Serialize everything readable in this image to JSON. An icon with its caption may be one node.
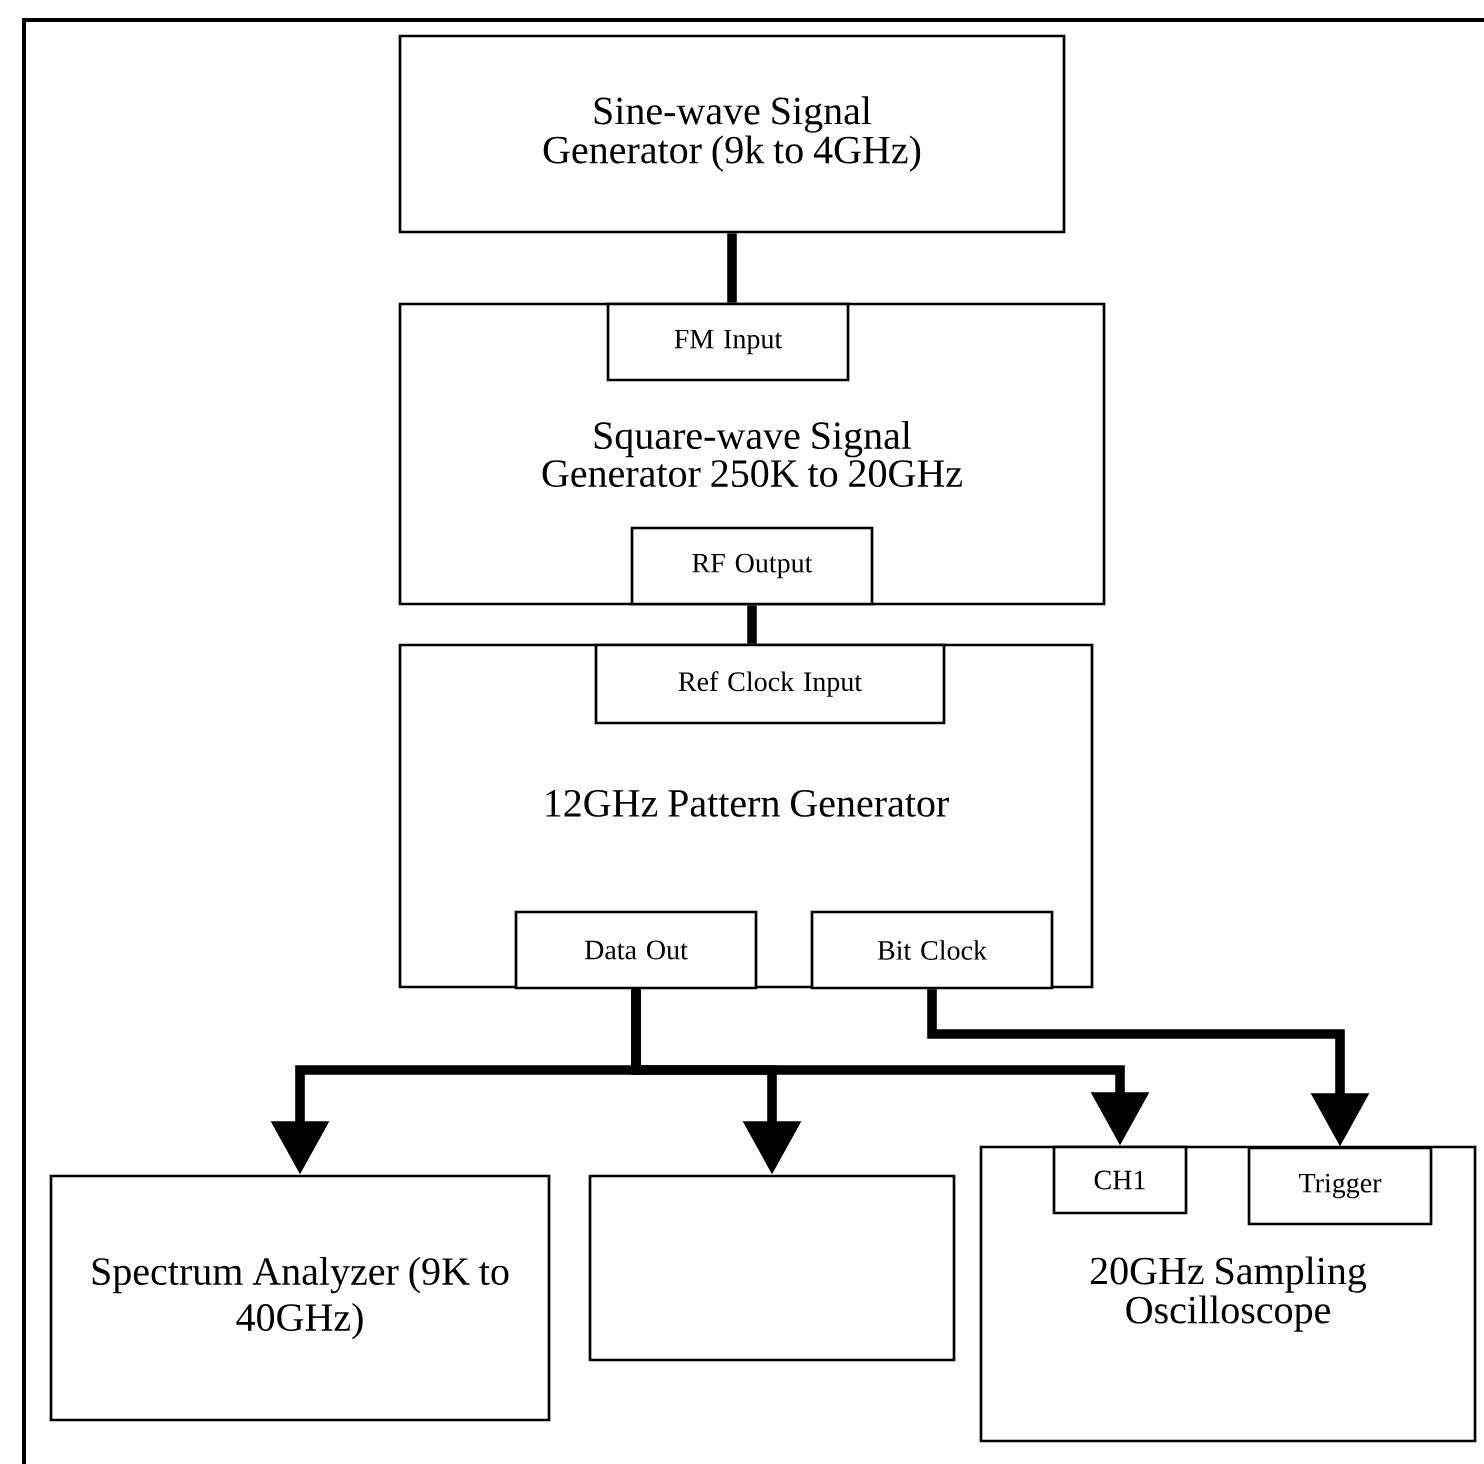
{
  "diagram": {
    "nodes": [
      {
        "text": [
          "Sine-wave Signal Generator (9k to 4GHz)"
        ]
      },
      {
        "text": [
          "Square-wave Signal Generator 250K to 20GHz"
        ]
      },
      {
        "text": [
          "FM Input"
        ],
        "in": 1
      },
      {
        "text": [
          "RF Output"
        ],
        "in": 1
      },
      {
        "text": [
          "12GHz Pattern Generator"
        ]
      },
      {
        "text": [
          "Ref Clock Input"
        ],
        "in": 4
      },
      {
        "text": [
          "Data Out"
        ],
        "in": 4
      },
      {
        "text": [
          "Bit Clock"
        ],
        "in": 4
      },
      {
        "text": [
          "Spectrum Analyzer (9K to 40GHz)"
        ]
      },
      {
        "text": [],
        "shape": "box"
      },
      {
        "text": [
          "20GHz Sampling Oscilloscope"
        ]
      },
      {
        "text": [
          "CH1"
        ],
        "in": 10
      },
      {
        "text": [
          "Trigger"
        ],
        "in": 10
      }
    ],
    "edges": [
      {
        "from": 0,
        "to": 2,
        "arrow": "none"
      },
      {
        "from": 3,
        "to": 5,
        "arrow": "none"
      },
      {
        "from": 6,
        "to": 8,
        "arrow": "to"
      },
      {
        "from": 6,
        "to": 9,
        "arrow": "to"
      },
      {
        "from": 6,
        "to": 11,
        "arrow": "to"
      },
      {
        "from": 7,
        "to": 12,
        "arrow": "to"
      }
    ]
  }
}
